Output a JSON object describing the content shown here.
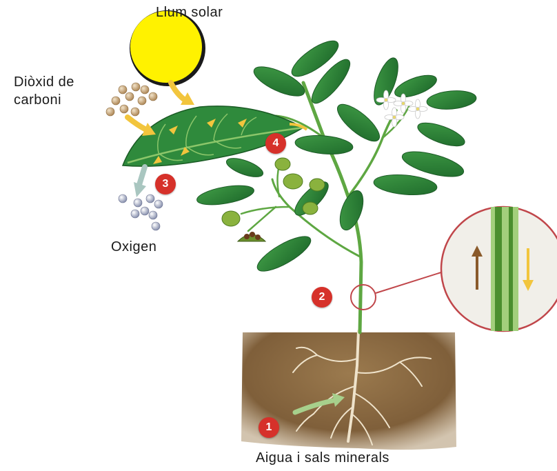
{
  "labels": {
    "sunlight": "Llum solar",
    "co2_line1": "Diòxid de",
    "co2_line2": "carboni",
    "oxygen": "Oxigen",
    "water": "Aigua i sals minerals"
  },
  "markers": [
    "1",
    "2",
    "3",
    "4"
  ],
  "icons": {
    "sun": "sun-icon",
    "co2": "co2-molecules-icon",
    "o2": "oxygen-molecules-icon"
  },
  "colors": {
    "sun": "#fff200",
    "leaf": "#2f8a3c",
    "leaf_dark": "#1f6a2c",
    "stem": "#5ea742",
    "soil": "#8a6a43",
    "root": "#f2e6cf",
    "marker": "#d6312a",
    "arrow_yellow": "#f2c53d",
    "arrow_green": "#a7d08c"
  }
}
